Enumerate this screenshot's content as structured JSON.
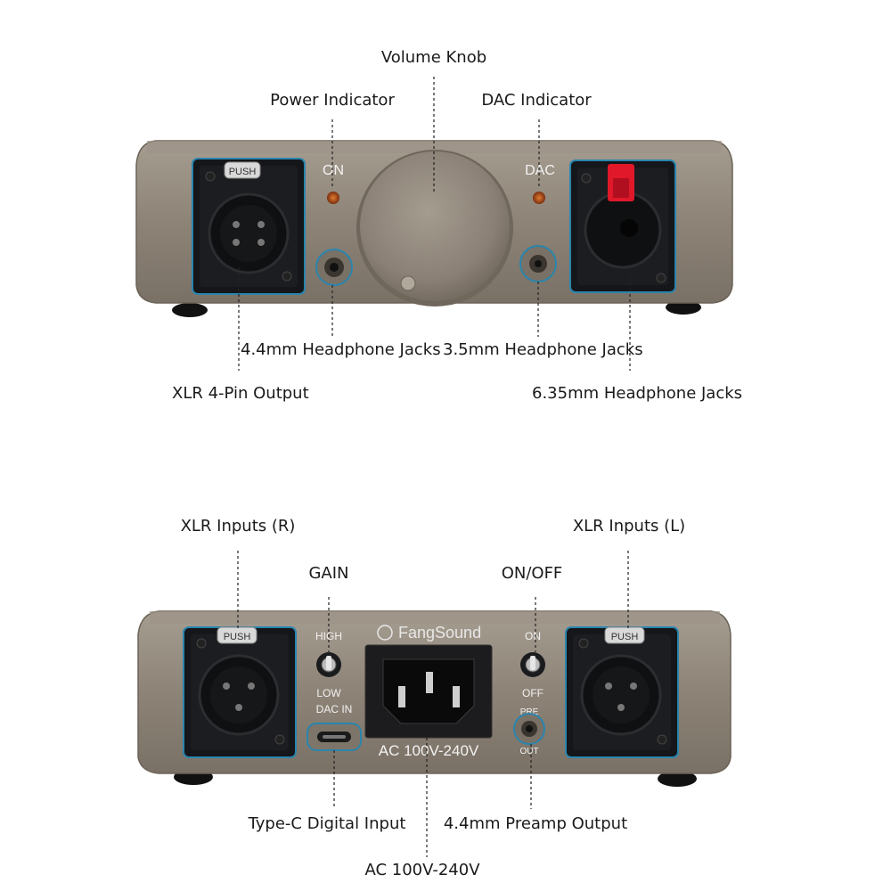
{
  "colors": {
    "chassis": "#8d8377",
    "chassis_dark": "#6e665c",
    "chassis_light": "#a39a8e",
    "connector_black": "#1a1a1a",
    "jack_ring": "#1f7fa6",
    "led_amber": "#b4541c",
    "red_latch": "#e0182a",
    "label_text": "#1a1a1a"
  },
  "front_panel": {
    "labels": {
      "volume_knob": "Volume Knob",
      "power_indicator": "Power Indicator",
      "dac_indicator": "DAC Indicator",
      "jack_44": "4.4mm Headphone Jacks",
      "jack_35": "3.5mm Headphone Jacks",
      "xlr_output": "XLR 4-Pin Output",
      "jack_635": "6.35mm Headphone Jacks"
    },
    "printed": {
      "on_led": "ON",
      "dac_led": "DAC",
      "push_tab": "PUSH"
    }
  },
  "rear_panel": {
    "labels": {
      "xlr_right": "XLR Inputs (R)",
      "xlr_left": "XLR Inputs (L)",
      "gain": "GAIN",
      "on_off": "ON/OFF",
      "type_c": "Type-C Digital Input",
      "preamp_out": "4.4mm Preamp Output",
      "ac_power": "AC 100V-240V"
    },
    "printed": {
      "brand": "FangSound",
      "high": "HIGH",
      "low": "LOW",
      "dac_in": "DAC IN",
      "on": "ON",
      "off": "OFF",
      "pre": "PRE",
      "out": "OUT",
      "ac_rating": "AC 100V-240V",
      "push_tab_r": "PUSH",
      "push_tab_l": "PUSH"
    }
  }
}
